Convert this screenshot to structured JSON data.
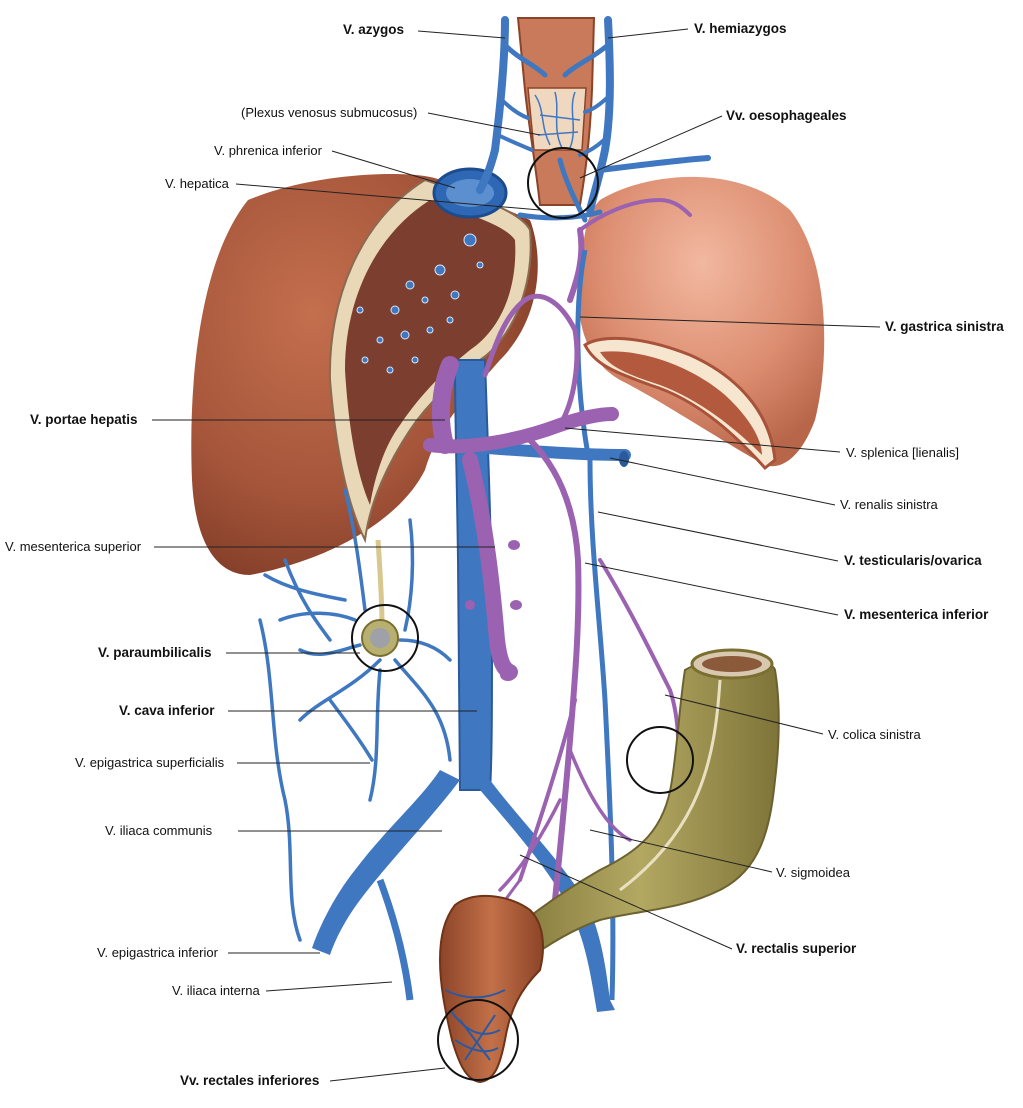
{
  "labels": {
    "azygos": "V. azygos",
    "hemiazygos": "V. hemiazygos",
    "plexus": "(Plexus venosus submucosus)",
    "oesophageales": "Vv. oesophageales",
    "phrenica": "V. phrenica inferior",
    "hepatica": "V. hepatica",
    "gastrica": "V. gastrica sinistra",
    "portae": "V. portae hepatis",
    "splenica": "V. splenica [lienalis]",
    "renalis": "V. renalis sinistra",
    "mes_sup": "V. mesenterica superior",
    "testicularis": "V. testicularis/ovarica",
    "mes_inf": "V. mesenterica inferior",
    "paraumb": "V. paraumbilicalis",
    "cava": "V. cava inferior",
    "colica": "V. colica sinistra",
    "epig_sup": "V. epigastrica superficialis",
    "iliaca_comm": "V. iliaca communis",
    "sigmoidea": "V. sigmoidea",
    "epig_inf": "V. epigastrica inferior",
    "rectalis_sup": "V. rectalis superior",
    "iliaca_int": "V. iliaca interna",
    "rectales_inf": "Vv. rectales inferiores"
  },
  "colors": {
    "vein_blue": "#3f78c0",
    "portal_purple": "#9a62b0",
    "liver": "#a5553a",
    "stomach": "#dc8d70",
    "colon": "#a09550"
  }
}
